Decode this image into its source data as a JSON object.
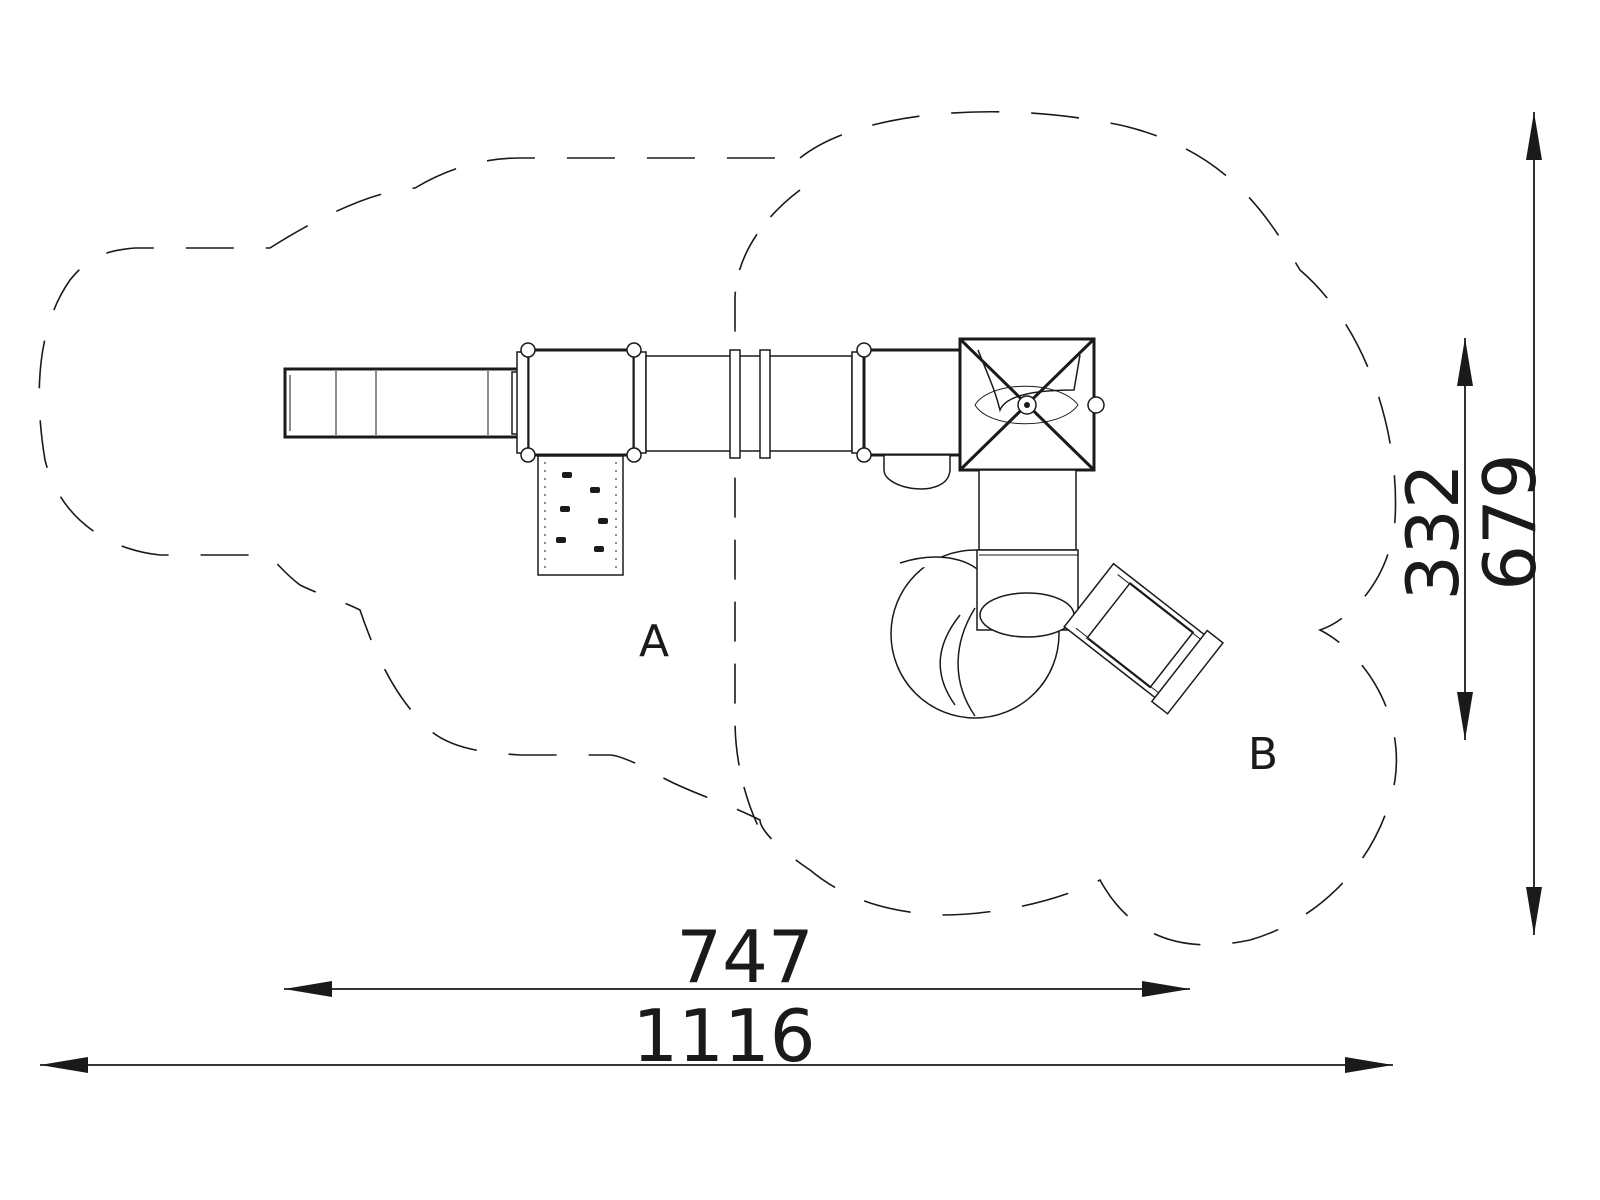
{
  "zones": {
    "a_label": "A",
    "b_label": "B"
  },
  "dimensions": {
    "equipment_length": "747",
    "total_length": "1116",
    "equipment_width": "332",
    "total_width": "679"
  }
}
